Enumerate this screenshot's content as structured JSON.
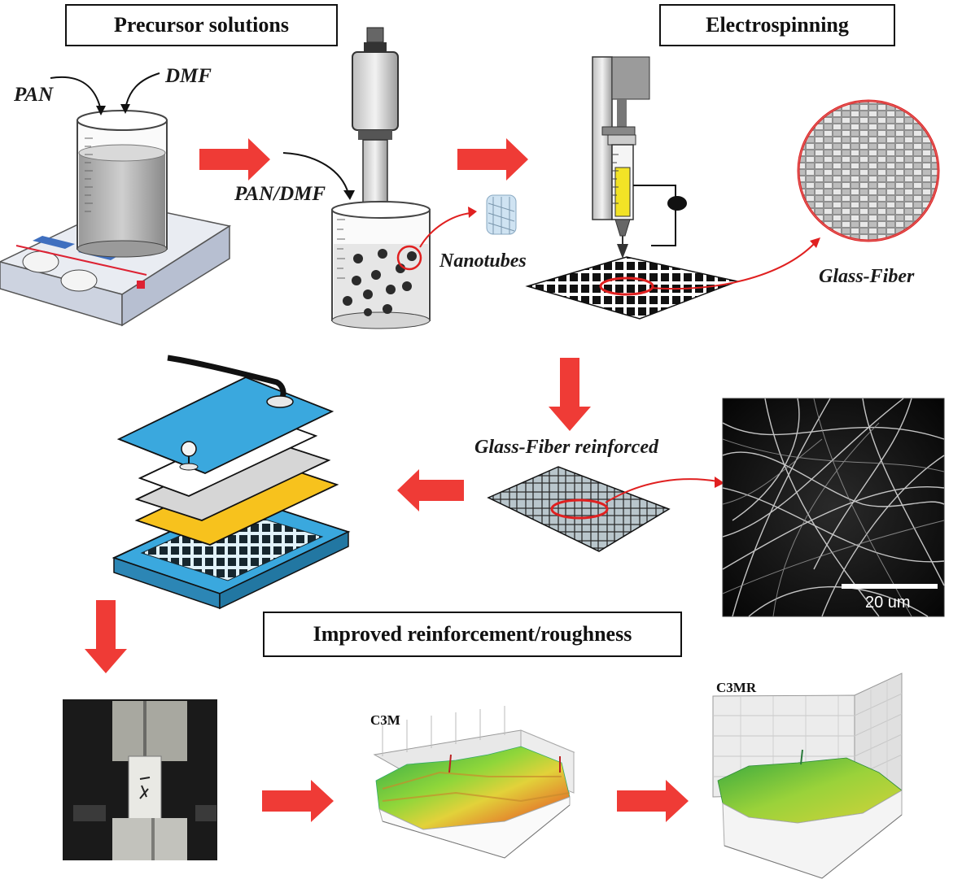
{
  "headings": {
    "precursor": "Precursor solutions",
    "electrospinning": "Electrospinning",
    "improved": "Improved reinforcement/roughness"
  },
  "labels": {
    "pan": "PAN",
    "dmf": "DMF",
    "pan_dmf": "PAN/DMF",
    "nanotubes": "Nanotubes",
    "glass_fiber": "Glass-Fiber",
    "glass_fiber_reinforced": "Glass-Fiber reinforced",
    "scale_bar": "20 um",
    "plot_c3m": "C3M",
    "plot_c3mr": "C3MR"
  },
  "colors": {
    "arrow": "#ef3b36",
    "highlight": "#e02020",
    "layer_blue": "#3aa8de",
    "layer_yellow": "#f7c21d",
    "layer_gray": "#d6d6d6",
    "syringe_fill": "#f2e326"
  }
}
